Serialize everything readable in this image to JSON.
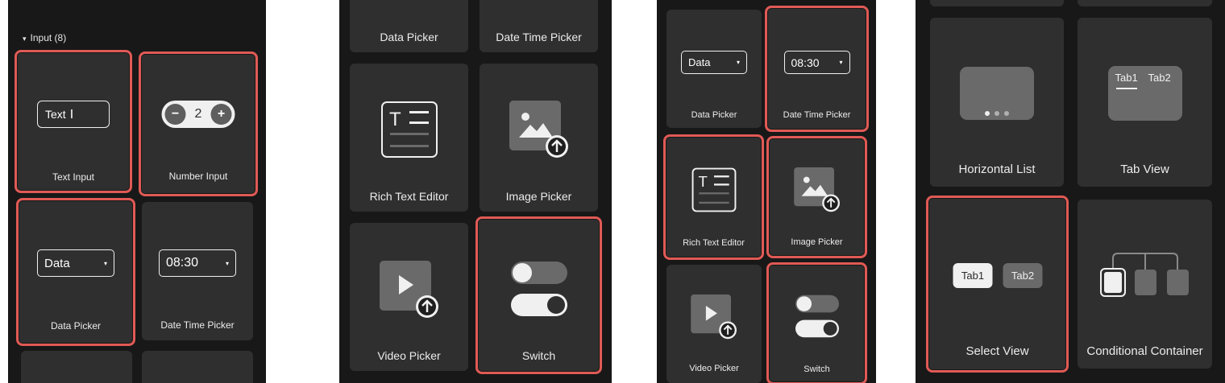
{
  "p1": {
    "section": "Input (8)",
    "section_arrow": "▾",
    "text_input": {
      "label": "Text Input",
      "sample": "Text"
    },
    "number_input": {
      "label": "Number Input",
      "minus": "−",
      "value": "2",
      "plus": "+"
    },
    "data_picker": {
      "label": "Data Picker",
      "value": "Data",
      "arrow": "▾"
    },
    "date_time_picker": {
      "label": "Date Time Picker",
      "value": "08:30",
      "arrow": "▾"
    }
  },
  "p2": {
    "data_picker": "Data Picker",
    "date_time_picker": "Date Time Picker",
    "rich_text_editor": "Rich Text Editor",
    "image_picker": "Image Picker",
    "video_picker": "Video Picker",
    "switch": "Switch"
  },
  "p3": {
    "data_picker": {
      "label": "Data Picker",
      "value": "Data",
      "arrow": "▾"
    },
    "date_time_picker": {
      "label": "Date Time Picker",
      "value": "08:30",
      "arrow": "▾"
    },
    "rich_text_editor": "Rich Text Editor",
    "image_picker": "Image Picker",
    "video_picker": "Video Picker",
    "switch": "Switch"
  },
  "p4": {
    "horizontal_list": "Horizontal List",
    "tab_view": {
      "label": "Tab View",
      "tab1": "Tab1",
      "tab2": "Tab2"
    },
    "select_view": {
      "label": "Select View",
      "tab1": "Tab1",
      "tab2": "Tab2"
    },
    "conditional_container": "Conditional Container"
  },
  "colors": {
    "panel": "#181818",
    "tile": "#2f2f2f",
    "highlight": "#e05a55",
    "icon_gray": "#6a6a6a"
  }
}
